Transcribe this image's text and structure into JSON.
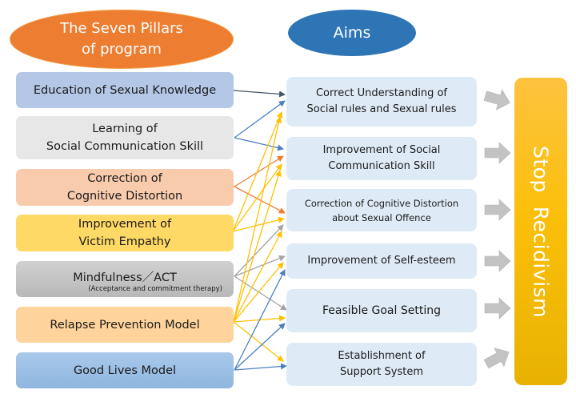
{
  "headers": {
    "pillars": "The Seven Pillars\nof program",
    "pillars_line1": "The Seven Pillars",
    "pillars_line2": "of program",
    "aims": "Aims"
  },
  "pillars": [
    {
      "id": "p1",
      "line1": "Education of Sexual Knowledge",
      "line2": "",
      "color": "#b4c7e7"
    },
    {
      "id": "p2",
      "line1": "Learning of",
      "line2": "Social Communication Skill",
      "color": "#e7e7e7"
    },
    {
      "id": "p3",
      "line1": "Correction of",
      "line2": "Cognitive Distortion",
      "color": "#f8cbad"
    },
    {
      "id": "p4",
      "line1": "Improvement of",
      "line2": "Victim Empathy",
      "color": "#ffd966"
    },
    {
      "id": "p5",
      "line1": "Mindfulness／ACT",
      "line2": "(Acceptance and commitment therapy)",
      "color": "#c9c9c9"
    },
    {
      "id": "p6",
      "line1": "Relapse Prevention Model",
      "line2": "",
      "color": "#ffd39b"
    },
    {
      "id": "p7",
      "line1": "Good Lives Model",
      "line2": "",
      "color": "#9dc3e6"
    }
  ],
  "aims": [
    {
      "id": "a1",
      "line1": "Correct Understanding of",
      "line2": "Social rules and Sexual  rules"
    },
    {
      "id": "a2",
      "line1": "Improvement of Social",
      "line2": "Communication Skill"
    },
    {
      "id": "a3",
      "line1": "Correction of Cognitive Distortion",
      "line2": "about Sexual Offence"
    },
    {
      "id": "a4",
      "line1": "Improvement of Self-esteem",
      "line2": ""
    },
    {
      "id": "a5",
      "line1": "Feasible Goal Setting",
      "line2": ""
    },
    {
      "id": "a6",
      "line1": "Establishment of",
      "line2": "Support System"
    }
  ],
  "goal": {
    "label": "Stop  Recidivism",
    "color": "#fbbf0a"
  },
  "connections": [
    {
      "from": "p1",
      "to": "a1",
      "color": "#44546a"
    },
    {
      "from": "p2",
      "to": "a1",
      "color": "#4a7fc1"
    },
    {
      "from": "p2",
      "to": "a2",
      "color": "#4a7fc1"
    },
    {
      "from": "p3",
      "to": "a2",
      "color": "#ed7d31"
    },
    {
      "from": "p3",
      "to": "a3",
      "color": "#ed7d31"
    },
    {
      "from": "p4",
      "to": "a1",
      "color": "#ffc000"
    },
    {
      "from": "p4",
      "to": "a2",
      "color": "#ffc000"
    },
    {
      "from": "p4",
      "to": "a3",
      "color": "#ffc000"
    },
    {
      "from": "p5",
      "to": "a3",
      "color": "#a5a5a5"
    },
    {
      "from": "p5",
      "to": "a4",
      "color": "#a5a5a5"
    },
    {
      "from": "p5",
      "to": "a5",
      "color": "#a5a5a5"
    },
    {
      "from": "p6",
      "to": "a1",
      "color": "#ffc000"
    },
    {
      "from": "p6",
      "to": "a2",
      "color": "#ffc000"
    },
    {
      "from": "p6",
      "to": "a3",
      "color": "#ffc000"
    },
    {
      "from": "p6",
      "to": "a4",
      "color": "#ffc000"
    },
    {
      "from": "p6",
      "to": "a5",
      "color": "#ffc000"
    },
    {
      "from": "p6",
      "to": "a6",
      "color": "#ffc000"
    },
    {
      "from": "p7",
      "to": "a4",
      "color": "#4a7fc1"
    },
    {
      "from": "p7",
      "to": "a5",
      "color": "#4a7fc1"
    },
    {
      "from": "p7",
      "to": "a6",
      "color": "#4a7fc1"
    }
  ]
}
